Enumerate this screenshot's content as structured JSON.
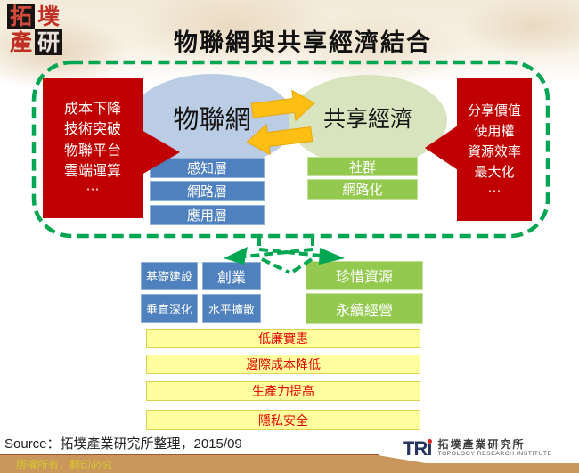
{
  "slide": {
    "title": "物聯網與共享經濟結合",
    "source_line": "Source：拓墣產業研究所整理，2015/09",
    "copyright": "版權所有，翻印必究"
  },
  "seal_logo": {
    "chars": [
      "拓",
      "墣",
      "產",
      "研"
    ]
  },
  "tri_logo": {
    "acronym": "TRi",
    "name_zh": "拓墣產業研究所",
    "name_en": "TOPOLOGY RESEARCH INSTITUTE"
  },
  "diagram": {
    "left_driver": {
      "lines": [
        "成本下降",
        "技術突破",
        "物聯平台",
        "雲端運算"
      ],
      "ellipsis": "⋯"
    },
    "right_driver": {
      "lines": [
        "分享價值",
        "使用權",
        "資源效率",
        "最大化"
      ],
      "ellipsis": "⋯"
    },
    "iot": {
      "label": "物聯網",
      "layers": [
        "感知層",
        "網路層",
        "應用層"
      ]
    },
    "sharing": {
      "label": "共享經濟",
      "layers": [
        "社群",
        "網路化"
      ]
    },
    "iot_outcomes": [
      "基礎建設",
      "創業",
      "垂直深化",
      "水平擴散"
    ],
    "sharing_outcomes": [
      "珍惜資源",
      "永續經營"
    ],
    "benefits": [
      "低廉實惠",
      "邊際成本降低",
      "生產力提高",
      "隱私安全"
    ],
    "colors": {
      "driver_red": "#c00000",
      "iot_blue_fill": "#bacde4",
      "share_green_fill": "#d8e4be",
      "layer_blue": "#4e81bd",
      "layer_green": "#93c94e",
      "benefit_yellow": "#ffffa0",
      "benefit_text_red": "#e60000",
      "dashed_green": "#00a651",
      "flow_arrow_yellow": "#fdbf13",
      "footer_tan": "#c9975c"
    }
  }
}
